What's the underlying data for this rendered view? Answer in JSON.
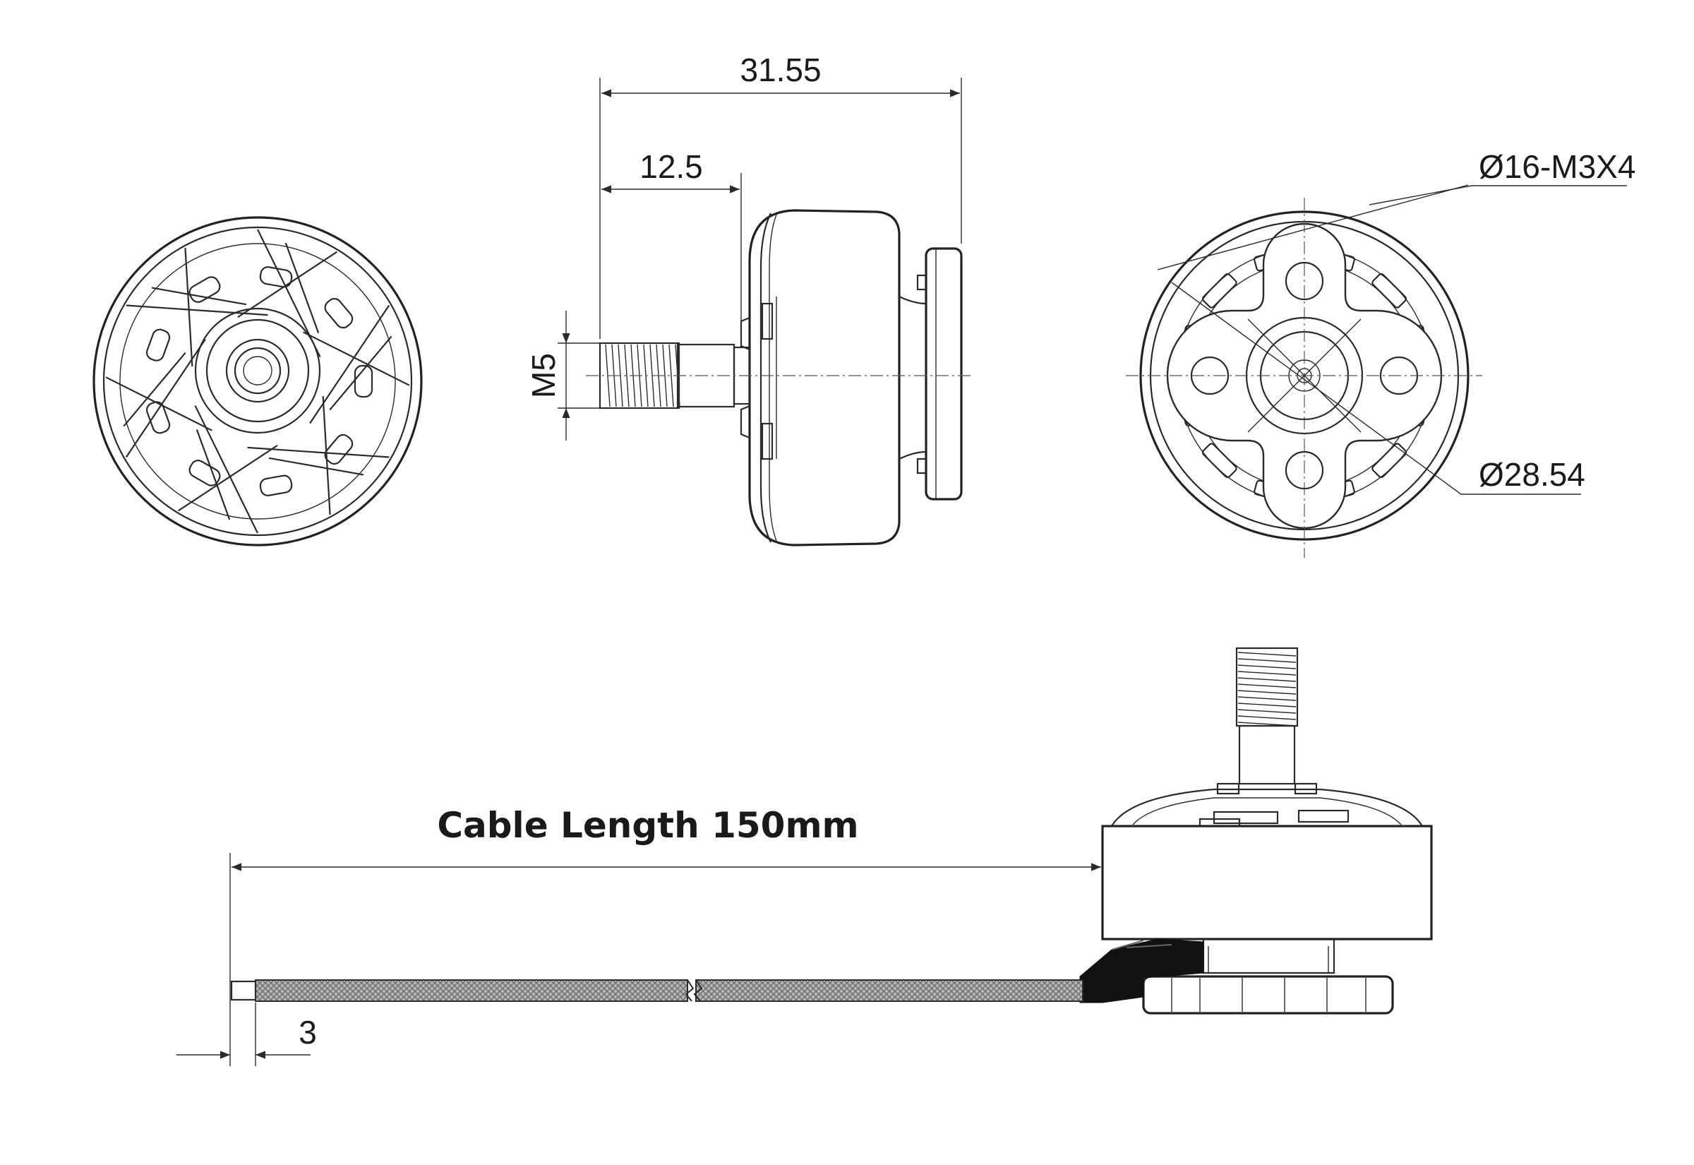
{
  "dimensions": {
    "overall_length": "31.55",
    "shaft_length": "12.5",
    "shaft_thread": "M5",
    "mount_pattern": "Ø16-M3X4",
    "diameter": "Ø28.54",
    "lead_strip": "3"
  },
  "cable": {
    "label": "Cable Length 150mm"
  },
  "colors": {
    "line": "#2b2b2b",
    "cable_fill": "#9a9a9a",
    "background": "#ffffff"
  }
}
